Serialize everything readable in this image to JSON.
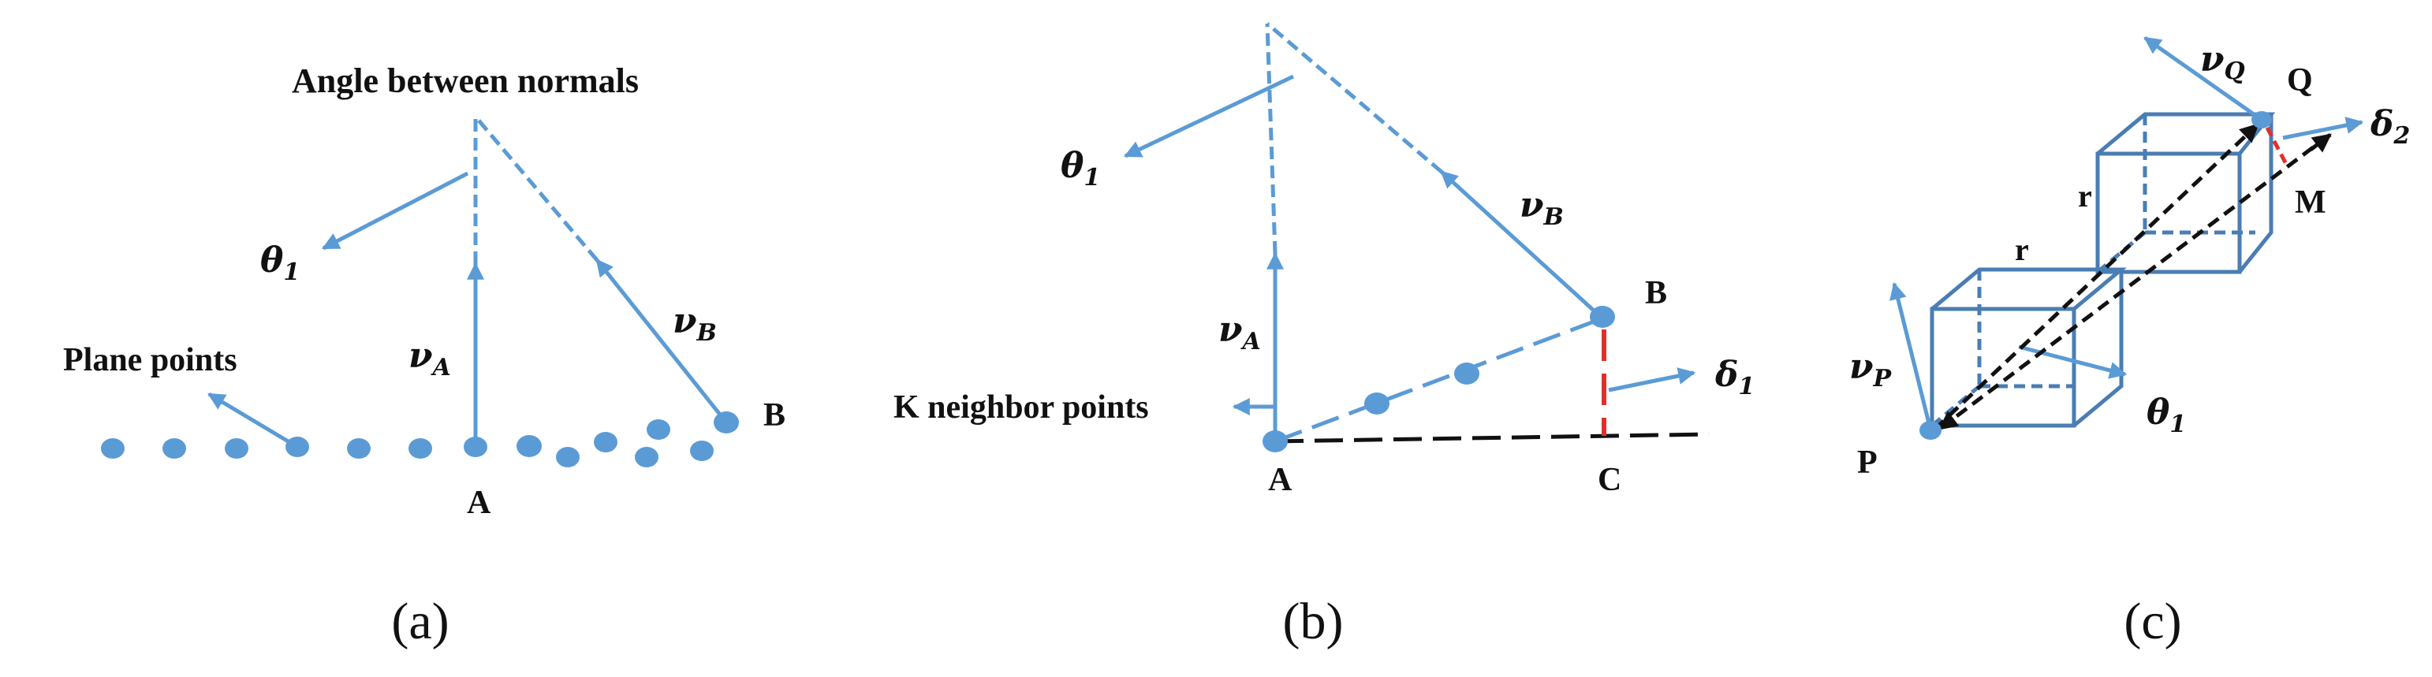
{
  "colors": {
    "line": "#5b9bd5",
    "cube": "#4a7db3",
    "red": "#e0302a",
    "dark": "#1a1a1a",
    "text": "#111111"
  },
  "panel_a": {
    "caption": "(a)",
    "title": "Angle between normals",
    "plane_points_label": "Plane points",
    "theta": "θ",
    "theta_sub": "1",
    "nu_a": "ν",
    "nu_a_sub": "A",
    "nu_b": "ν",
    "nu_b_sub": "B",
    "point_a": "A",
    "point_b": "B"
  },
  "panel_b": {
    "caption": "(b)",
    "k_neighbor_label": "K neighbor points",
    "theta": "θ",
    "theta_sub": "1",
    "nu_a": "ν",
    "nu_a_sub": "A",
    "nu_b": "ν",
    "nu_b_sub": "B",
    "delta": "δ",
    "delta_sub": "1",
    "point_a": "A",
    "point_b": "B",
    "point_c": "C"
  },
  "panel_c": {
    "caption": "(c)",
    "nu_q": "ν",
    "nu_q_sub": "Q",
    "nu_p": "ν",
    "nu_p_sub": "P",
    "delta": "δ",
    "delta_sub": "2",
    "theta": "θ",
    "theta_sub": "1",
    "point_q": "Q",
    "point_p": "P",
    "point_m": "M",
    "r_upper": "r",
    "r_lower": "r"
  }
}
